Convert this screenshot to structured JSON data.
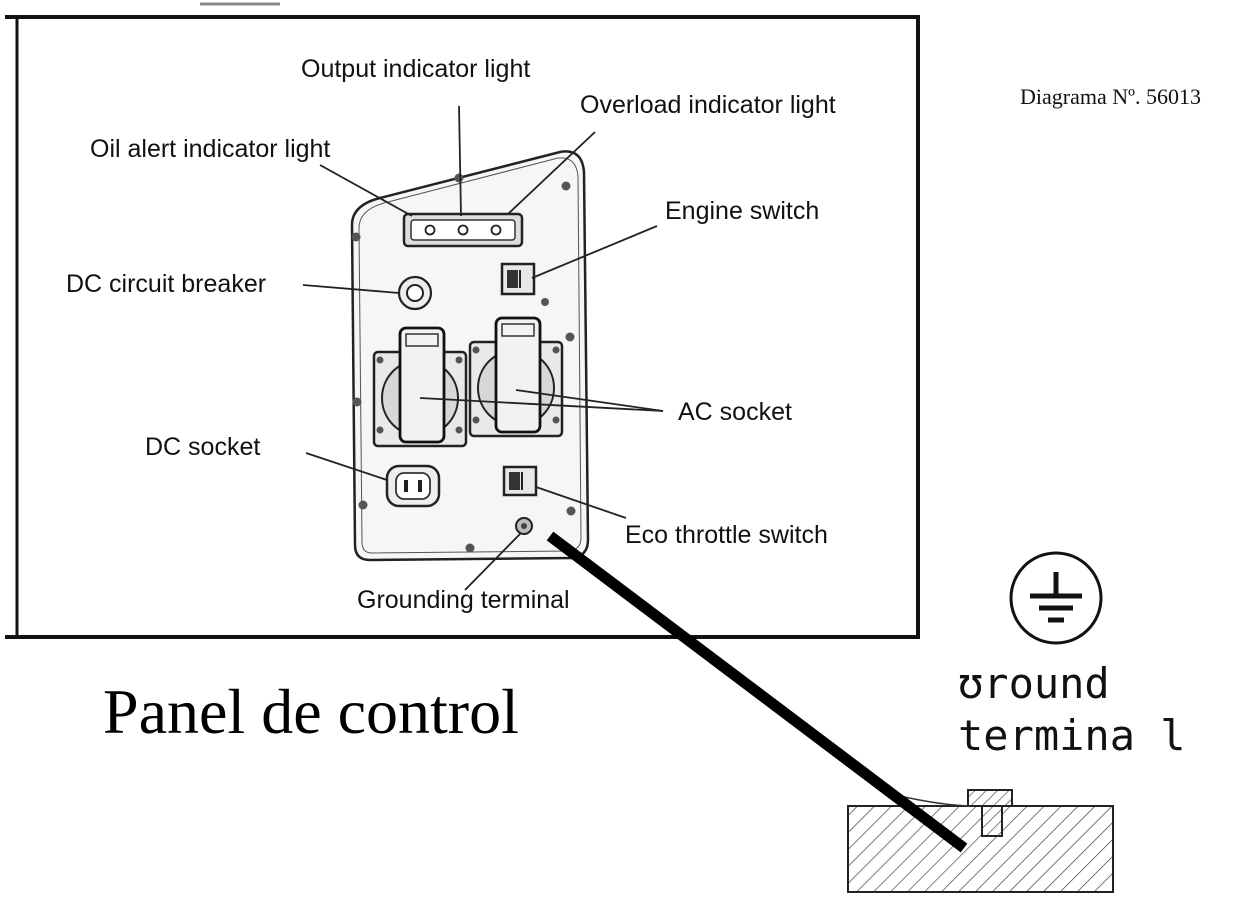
{
  "diagram_number": "Diagrama Nº. 56013",
  "panel_title": "Panel de control",
  "ground_label": {
    "line1": "ʊround",
    "line2": "termina l"
  },
  "callouts": {
    "output_indicator": "Output indicator light",
    "overload_indicator": "Overload indicator light",
    "oil_alert": "Oil alert indicator light",
    "engine_switch": "Engine switch",
    "dc_breaker": "DC circuit breaker",
    "ac_socket": "AC socket",
    "dc_socket": "DC socket",
    "eco_throttle": "Eco throttle switch",
    "grounding_terminal": "Grounding terminal"
  },
  "icons": {
    "ground_symbol": "ground-symbol-icon"
  },
  "colors": {
    "line": "#111111",
    "background": "#ffffff",
    "wire": "#000000"
  }
}
